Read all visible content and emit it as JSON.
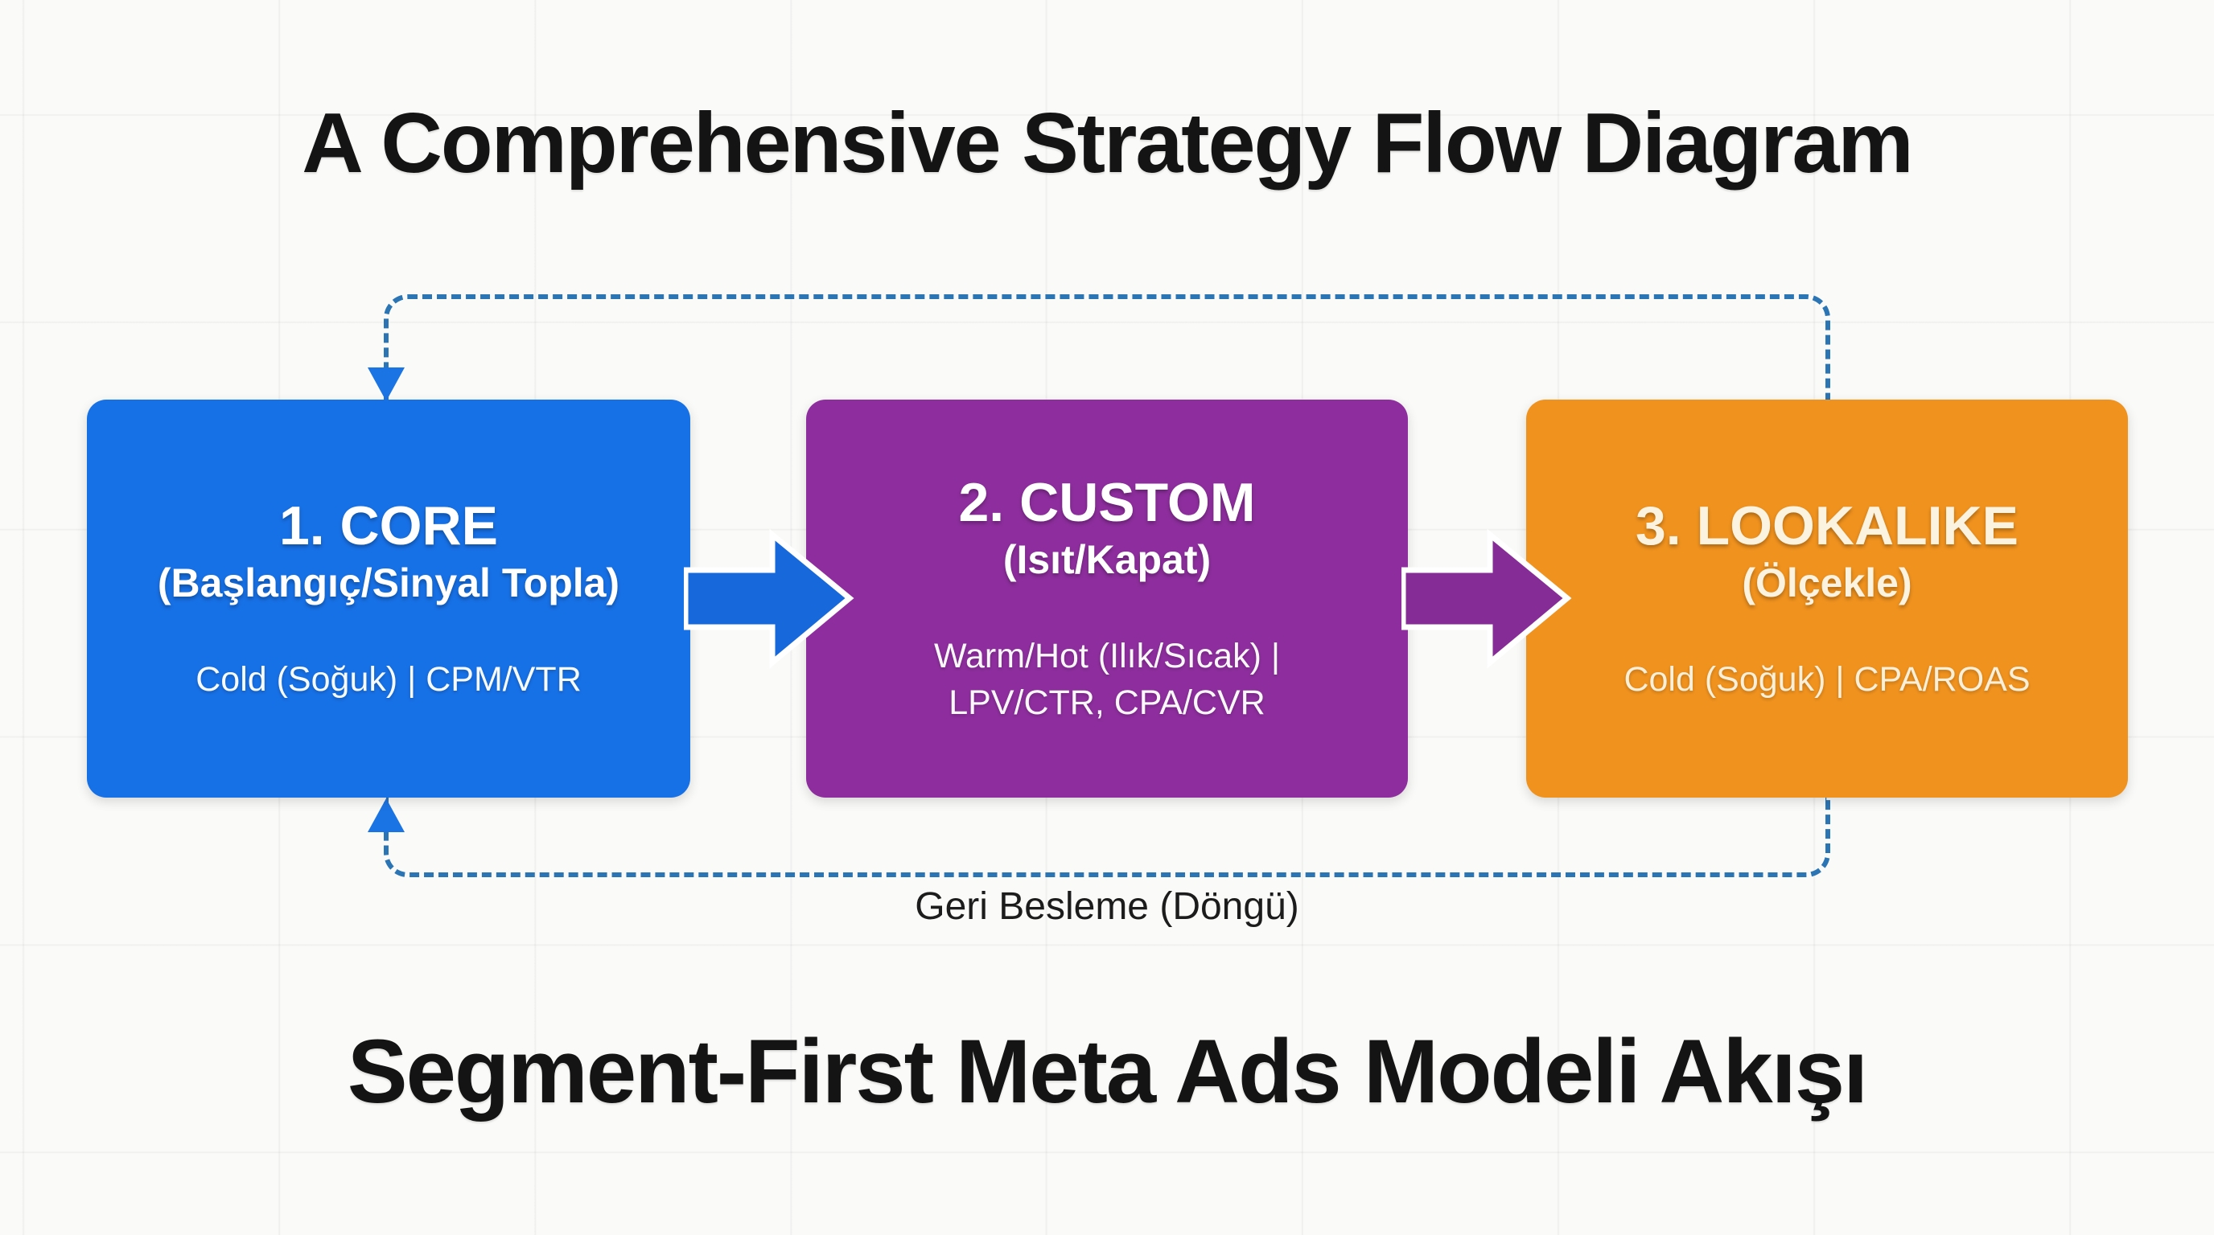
{
  "titles": {
    "top": "A Comprehensive Strategy Flow Diagram",
    "bottom": "Segment-First Meta Ads Modeli Akışı"
  },
  "boxes": [
    {
      "heading": "1. CORE",
      "subtitle": "(Başlangıç/Sinyal Topla)",
      "metrics": [
        "Cold (Soğuk) | CPM/VTR"
      ]
    },
    {
      "heading": "2. CUSTOM",
      "subtitle": "(Isıt/Kapat)",
      "metrics": [
        "Warm/Hot (Ilık/Sıcak) |",
        "LPV/CTR, CPA/CVR"
      ]
    },
    {
      "heading": "3. LOOKALIKE",
      "subtitle": "(Ölçekle)",
      "metrics": [
        "Cold (Soğuk) | CPA/ROAS"
      ]
    }
  ],
  "loop": {
    "label": "Geri Besleme (Döngü)"
  },
  "colors": {
    "background": "#FAFAF8",
    "core": "#1771E6",
    "custom": "#8E2E9E",
    "lookalike": "#F0921E",
    "arrow_core": "#1668DB",
    "arrow_custom": "#862C96",
    "loop_dash": "#2C75B5",
    "loop_arrowhead": "#1B74E4",
    "title_text": "#141414",
    "label_text": "#1C1C1C",
    "box_text": "#FFFFFF",
    "lookalike_text": "#FBF2DF",
    "arrow_outline": "#FFFFFF"
  }
}
